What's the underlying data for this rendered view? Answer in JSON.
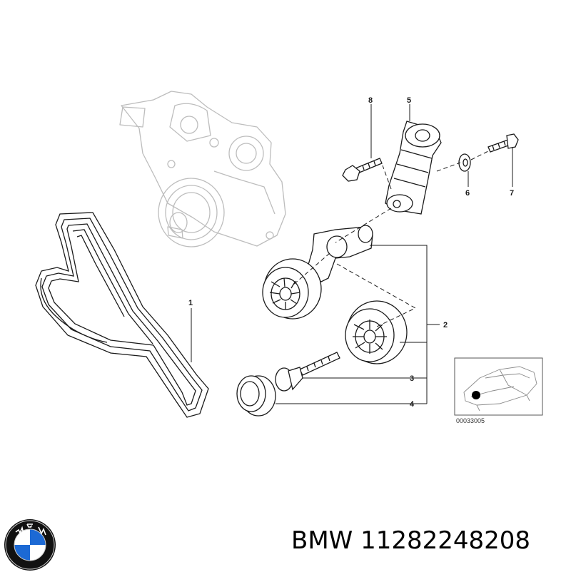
{
  "callouts": {
    "n1": "1",
    "n2": "2",
    "n3": "3",
    "n4": "4",
    "n5": "5",
    "n6": "6",
    "n7": "7",
    "n8": "8"
  },
  "inset": {
    "reference": "00033005"
  },
  "logo": {
    "icon": "bmw-roundel-icon",
    "lettering": "BMW",
    "colors": {
      "blue": "#1c69d4",
      "white": "#ffffff",
      "ring": "#111111"
    }
  },
  "part": {
    "brand": "BMW",
    "number": "11282248208"
  },
  "colors": {
    "line": "#1a1a1a",
    "ghost": "#bdbdbd"
  }
}
